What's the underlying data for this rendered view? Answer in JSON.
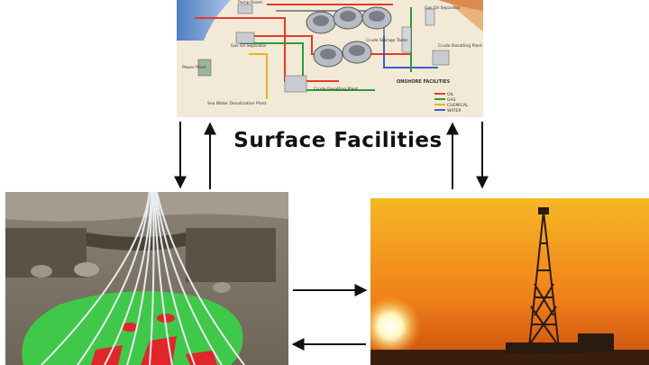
{
  "title": "Surface Facilities",
  "facility_labels": {
    "pump_room": "Pump Room",
    "gas_oil_separator": "Gas Oil Separator",
    "gas_oil_separator_right": "Gas Oil Separator",
    "crude_storage_tanks": "Crude Storage Tanks",
    "power_plant": "Power Plant",
    "sea_water_plant": "Sea Water Desalination Plant",
    "crude_desalting_plant": "Crude Desalting Plant",
    "crude_desalting_plant_right": "Crude Desalting Plant",
    "onshore_facilities": "ONSHORE FACILITIES"
  },
  "legend": [
    {
      "label": "OIL",
      "color": "#e23b2a"
    },
    {
      "label": "GAS",
      "color": "#2e9a3c"
    },
    {
      "label": "CHEMICAL",
      "color": "#e8b41c"
    },
    {
      "label": "WATER",
      "color": "#3a5fc8"
    }
  ],
  "colors": {
    "oil": "#e23b2a",
    "gas": "#2e9a3c",
    "water": "#3a5fc8",
    "reservoir_green": "#3fc84a",
    "reservoir_red": "#e0262b",
    "sky_orange": "#f28a14"
  },
  "icons": {
    "arrow": "arrow-icon"
  }
}
